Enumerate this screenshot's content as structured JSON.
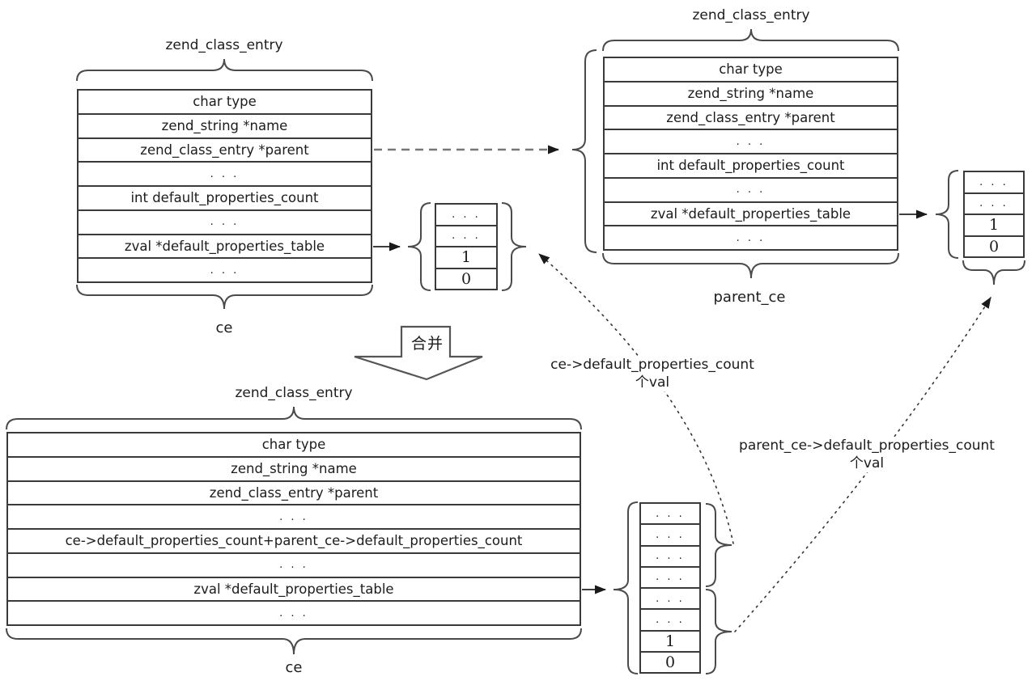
{
  "t1": {
    "title": "zend_class_entry",
    "caption": "ce",
    "rows": [
      "char type",
      "zend_string *name",
      "zend_class_entry *parent",
      ". . .",
      "int default_properties_count",
      ". . .",
      "zval *default_properties_table",
      ". . ."
    ]
  },
  "t2": {
    "title": "zend_class_entry",
    "caption": "parent_ce",
    "rows": [
      "char type",
      "zend_string *name",
      "zend_class_entry *parent",
      ". . .",
      "int default_properties_count",
      ". . .",
      "zval *default_properties_table",
      ". . ."
    ]
  },
  "t3": {
    "title": "zend_class_entry",
    "caption": "ce",
    "rows": [
      "char type",
      "zend_string *name",
      "zend_class_entry *parent",
      ". . .",
      "ce->default_properties_count+parent_ce->default_properties_count",
      ". . .",
      "zval *default_properties_table",
      ". . ."
    ]
  },
  "a1": {
    "rows": [
      ". . .",
      ". . .",
      "1",
      "0"
    ]
  },
  "a2": {
    "rows": [
      ". . .",
      ". . .",
      "1",
      "0"
    ]
  },
  "a3": {
    "rows": [
      ". . .",
      ". . .",
      ". . .",
      ". . .",
      ". . .",
      ". . .",
      "1",
      "0"
    ]
  },
  "merge": {
    "label": "合并"
  },
  "ann_ce": {
    "line1": "ce->default_properties_count",
    "line2": "个val"
  },
  "ann_parent": {
    "line1": "parent_ce->default_properties_count",
    "line2": "个val"
  },
  "colors": {
    "line": "#3a3a3a",
    "brace": "#4a4a4a",
    "arrow": "#1a1a1a",
    "dashed": "#777777",
    "background": "#ffffff"
  }
}
